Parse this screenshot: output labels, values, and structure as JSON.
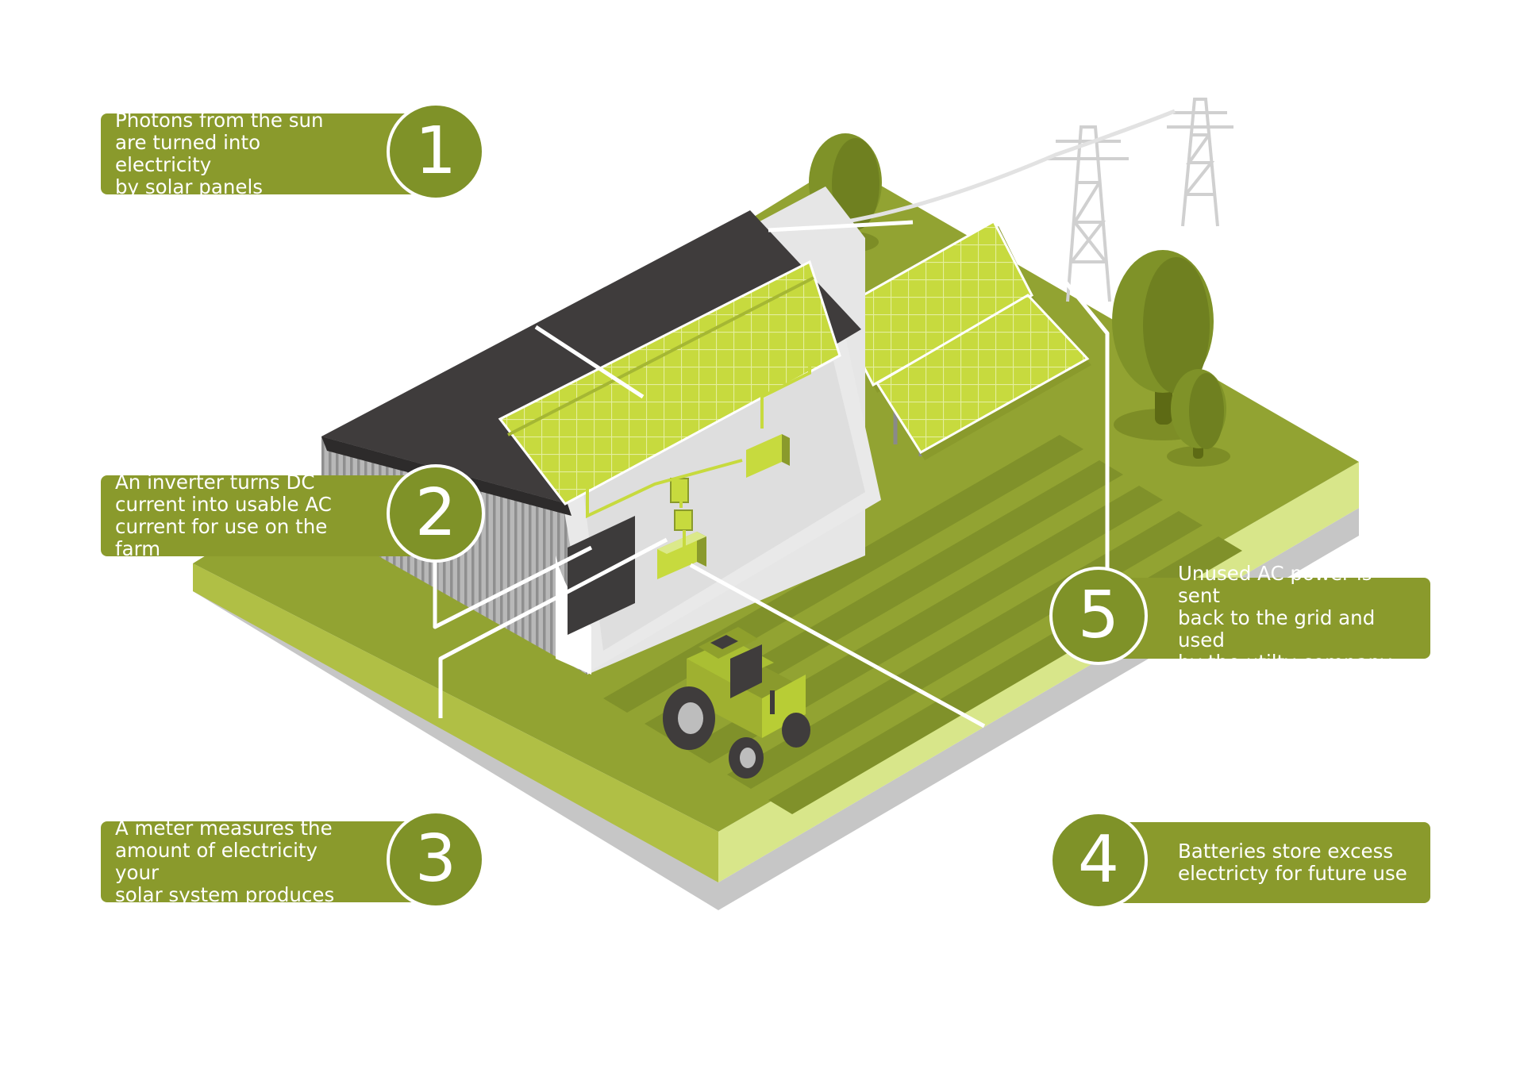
{
  "colors": {
    "pill": "#8a9a2c",
    "circle": "#7f9228",
    "grass": "#92a332",
    "grass_dark": "#7d8d26",
    "soil_stripe": "#80912a",
    "base_shadow": "#c6c6c6",
    "edge_light": "#d8e68a",
    "roof": "#3f3c3c",
    "barn_wall": "#9c9c9c",
    "panel": "#c7da3e",
    "panel_grid": "#e7f0a0",
    "tree": "#7f9228",
    "trunk": "#5d6a14",
    "pylon": "#cfcfcf"
  },
  "icons": {
    "trees": "tree-icon",
    "tractor": "tractor-icon",
    "pylon": "pylon-icon",
    "inverter": "inverter-icon",
    "meter": "meter-icon",
    "battery": "battery-icon"
  },
  "callouts": [
    {
      "number": "1",
      "text": "Photons from the sun\nare turned into electricity\nby solar panels"
    },
    {
      "number": "2",
      "text": "An inverter turns DC\ncurrent into usable AC\ncurrent for use on the farm"
    },
    {
      "number": "3",
      "text": "A meter measures the\namount of electricity your\nsolar system produces"
    },
    {
      "number": "4",
      "text": "Batteries store excess\nelectricty for future use"
    },
    {
      "number": "5",
      "text": "Unused AC power is sent\nback to the grid and used\nby the utilty company"
    }
  ]
}
